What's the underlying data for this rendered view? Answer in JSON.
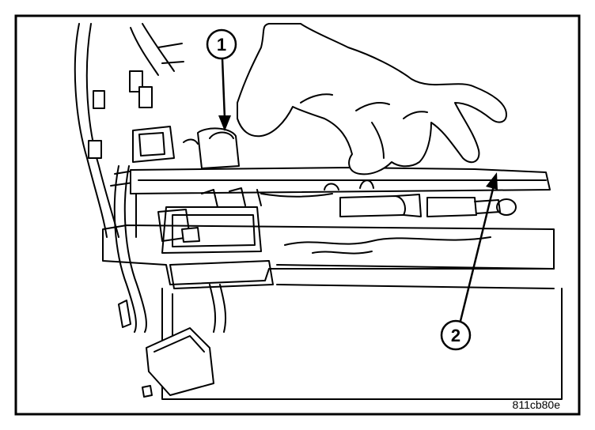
{
  "callouts": [
    {
      "number": "1",
      "label": "1"
    },
    {
      "number": "2",
      "label": "2"
    }
  ],
  "figure_id": "811cb80e",
  "colors": {
    "ink": "#000000",
    "paper": "#ffffff"
  }
}
